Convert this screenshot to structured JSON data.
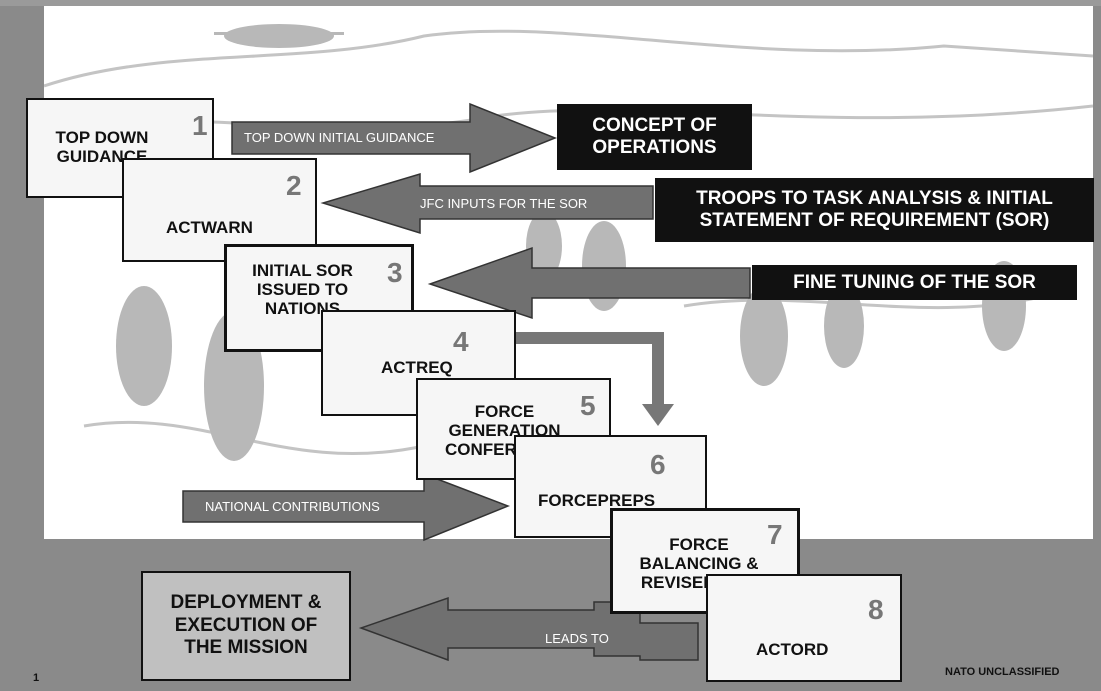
{
  "steps": [
    {
      "num": "1",
      "label": "TOP DOWN GUIDANCE"
    },
    {
      "num": "2",
      "label": "ACTWARN"
    },
    {
      "num": "3",
      "label": "INITIAL SOR ISSUED TO NATIONS"
    },
    {
      "num": "4",
      "label": "ACTREQ"
    },
    {
      "num": "5",
      "label": "FORCE GENERATION CONFERENCE"
    },
    {
      "num": "6",
      "label": "FORCEPREPS"
    },
    {
      "num": "7",
      "label": "FORCE BALANCING & REVISED SOR"
    },
    {
      "num": "8",
      "label": "ACTORD"
    }
  ],
  "boxes": {
    "concept": "CONCEPT OF OPERATIONS",
    "troops": "TROOPS TO TASK ANALYSIS & INITIAL STATEMENT OF REQUIREMENT (SOR)",
    "fine_tuning": "FINE TUNING OF THE SOR",
    "deployment": "DEPLOYMENT & EXECUTION OF THE MISSION"
  },
  "arrows": {
    "top_down": "TOP DOWN INITIAL GUIDANCE",
    "jfc": "JFC INPUTS FOR THE SOR",
    "national": "NATIONAL CONTRIBUTIONS",
    "leads_to": "LEADS TO"
  },
  "footer": {
    "page": "1",
    "classification": "NATO UNCLASSIFIED"
  }
}
